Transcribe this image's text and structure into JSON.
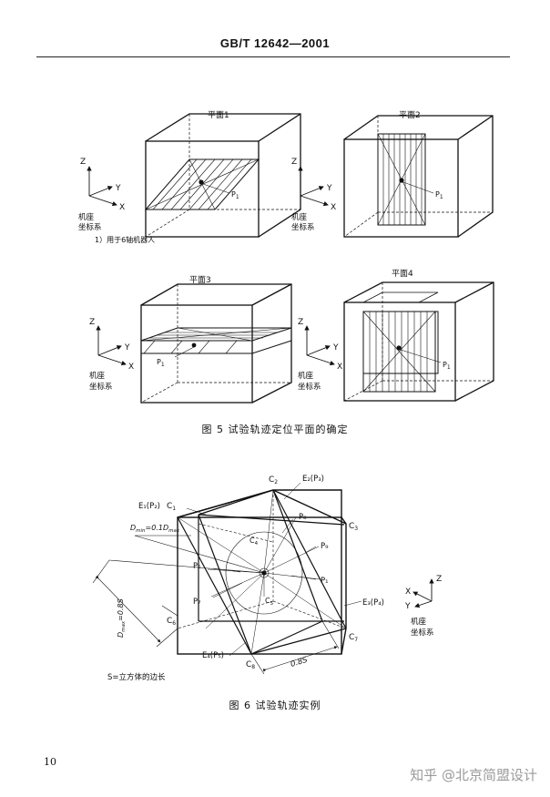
{
  "header": {
    "standard_number": "GB/T 12642—2001"
  },
  "figure5": {
    "caption": "图 5   试验轨迹定位平面的确定",
    "planes": [
      {
        "title": "平面1",
        "point": "P",
        "point_sub": "1"
      },
      {
        "title": "平面2",
        "point": "P",
        "point_sub": "1"
      },
      {
        "title": "平面3",
        "point": "P",
        "point_sub": "1"
      },
      {
        "title": "平面4",
        "point": "P",
        "point_sub": "1"
      }
    ],
    "axes": {
      "z": "Z",
      "y": "Y",
      "x": "X"
    },
    "frame_label_line1": "机座",
    "frame_label_line2": "坐标系",
    "footnote": "1）用于6轴机器人"
  },
  "figure6": {
    "caption": "图 6   试验轨迹实例",
    "corner_labels": {
      "c1": "C",
      "c1_sub": "1",
      "c2": "C",
      "c2_sub": "2",
      "c3": "C",
      "c3_sub": "3",
      "c4": "C",
      "c4_sub": "4",
      "c5": "C",
      "c5_sub": "5",
      "c6": "C",
      "c6_sub": "6",
      "c7": "C",
      "c7_sub": "7",
      "c8": "C",
      "c8_sub": "8"
    },
    "e_labels": {
      "e1p2": "E₁(P₂)",
      "e2p3": "E₂(P₃)",
      "e3p4": "E₃(P₄)",
      "e4p5": "E₄(P₅)"
    },
    "p_labels": {
      "p1": "P₁",
      "p6": "P₆",
      "p7": "P₇",
      "p8": "P₈",
      "p9": "P₉"
    },
    "dmin_label": "D",
    "dmin_sub": "min",
    "dmin_eq": "=0.1D",
    "dmin_sub2": "max",
    "dmax_label": "D",
    "dmax_sub": "max",
    "dmax_eq": "=0.8S",
    "bottom_dim": "0.8S",
    "s_note": "S=立方体的边长",
    "axes": {
      "z": "Z",
      "y": "Y",
      "x": "X"
    },
    "frame_label_line1": "机座",
    "frame_label_line2": "坐标系"
  },
  "page_number": "10",
  "watermark": "知乎 @北京简盟设计"
}
